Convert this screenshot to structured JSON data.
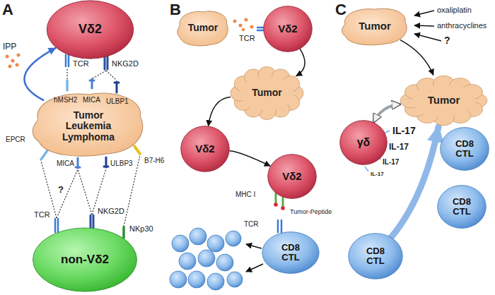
{
  "diagram": {
    "nodes": [
      {
        "text": [
          "Vδ2"
        ]
      },
      {
        "text": [
          "Tumor Leukemia Lymphoma"
        ]
      },
      {
        "text": [
          "non-Vδ2"
        ]
      },
      {
        "text": [
          "Tumor"
        ]
      },
      {
        "text": [
          "Vδ2"
        ]
      },
      {
        "text": [
          "Tumor"
        ]
      },
      {
        "text": [
          "Vδ2"
        ]
      },
      {
        "text": [
          "Vδ2"
        ]
      },
      {
        "text": [
          "CD8 CTL"
        ]
      },
      {
        "text": [
          "Tumor"
        ]
      },
      {
        "text": [
          "Tumor"
        ]
      },
      {
        "text": [
          "γδ"
        ]
      },
      {
        "text": [
          "CD8 CTL"
        ]
      },
      {
        "text": [
          "CD8 CTL"
        ]
      },
      {
        "text": [
          "CD8 CTL"
        ]
      }
    ],
    "edges": [
      {
        "from": 1,
        "to": 0,
        "arrow": "to"
      },
      {
        "from": 4,
        "to": 5,
        "arrow": "to"
      },
      {
        "from": 5,
        "to": 6,
        "arrow": "to"
      },
      {
        "from": 6,
        "to": 7,
        "arrow": "to"
      },
      {
        "from": 9,
        "to": 10,
        "arrow": "to"
      },
      {
        "from": 11,
        "to": 10,
        "arrow": "both"
      },
      {
        "from": 14,
        "to": 10,
        "arrow": "to"
      }
    ],
    "labels": [
      "A",
      "TCR",
      "NKG2D",
      "IPP",
      "hMSH2",
      "MICA",
      "ULBP1",
      "EPCR",
      "?",
      "MICA",
      "ULBP3",
      "B7-H6",
      "TCR",
      "NKG2D",
      "NKp30",
      "B",
      "TCR",
      "MHC I",
      "Tumor-Peptide",
      "TCR",
      "C",
      "oxaliplatin",
      "anthracyclines",
      "?",
      "IL-17",
      "IL-17",
      "IL-17",
      "IL-17"
    ]
  }
}
